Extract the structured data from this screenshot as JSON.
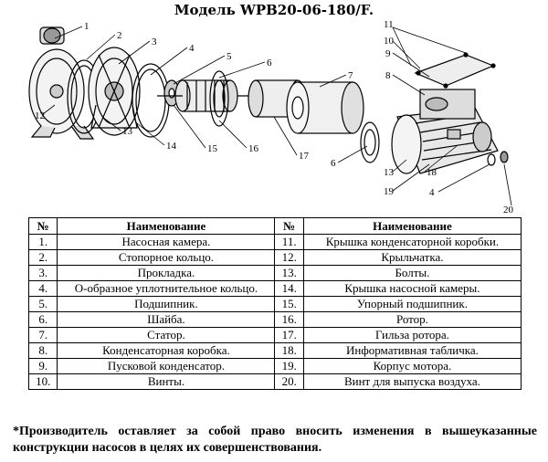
{
  "title": "Модель WPB20-06-180/F.",
  "diagram": {
    "callouts": [
      "1",
      "2",
      "3",
      "4",
      "5",
      "6",
      "7",
      "8",
      "9",
      "10",
      "11",
      "12",
      "13",
      "14",
      "15",
      "16",
      "17",
      "6",
      "13",
      "18",
      "19",
      "4",
      "20"
    ]
  },
  "table": {
    "headers": [
      "№",
      "Наименование",
      "№",
      "Наименование"
    ],
    "rows": [
      [
        "1.",
        "Насосная камера.",
        "11.",
        "Крышка конденсаторной коробки."
      ],
      [
        "2.",
        "Стопорное кольцо.",
        "12.",
        "Крыльчатка."
      ],
      [
        "3.",
        "Прокладка.",
        "13.",
        "Болты."
      ],
      [
        "4.",
        "О-образное уплотнительное кольцо.",
        "14.",
        "Крышка насосной камеры."
      ],
      [
        "5.",
        "Подшипник.",
        "15.",
        "Упорный подшипник."
      ],
      [
        "6.",
        "Шайба.",
        "16.",
        "Ротор."
      ],
      [
        "7.",
        "Статор.",
        "17.",
        "Гильза ротора."
      ],
      [
        "8.",
        "Конденсаторная коробка.",
        "18.",
        "Информативная табличка."
      ],
      [
        "9.",
        "Пусковой конденсатор.",
        "19.",
        "Корпус мотора."
      ],
      [
        "10.",
        "Винты.",
        "20.",
        "Винт для выпуска воздуха."
      ]
    ]
  },
  "note": "*Производитель оставляет за собой право вносить изменения в вышеуказанные конструкции насосов в целях их совершенствования."
}
